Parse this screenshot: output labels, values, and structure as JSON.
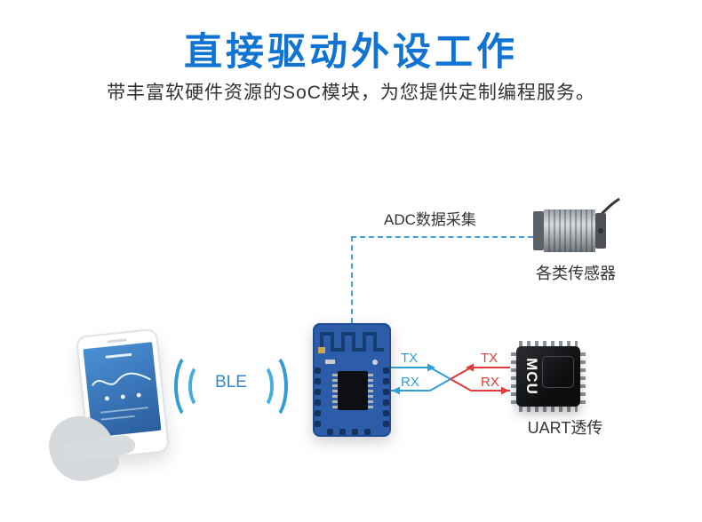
{
  "header": {
    "title": "直接驱动外设工作",
    "subtitle": "带丰富软硬件资源的SoC模块，为您提供定制编程服务。"
  },
  "diagram": {
    "ble": {
      "label": "BLE"
    },
    "adc": {
      "label": "ADC数据采集"
    },
    "sensor": {
      "label": "各类传感器"
    },
    "uart": {
      "label": "UART透传",
      "tx_module": "TX",
      "rx_module": "RX",
      "tx_mcu": "TX",
      "rx_mcu": "RX"
    },
    "mcu": {
      "label": "MCU"
    }
  },
  "colors": {
    "title_blue": "#1274d2",
    "dashed_blue": "#3fa0dc",
    "signal_blue": "#2f9cd4",
    "uart_blue": "#2e9fd6",
    "uart_red": "#e03a3a",
    "module_blue": "#2d5da8",
    "text_dark": "#333333"
  }
}
